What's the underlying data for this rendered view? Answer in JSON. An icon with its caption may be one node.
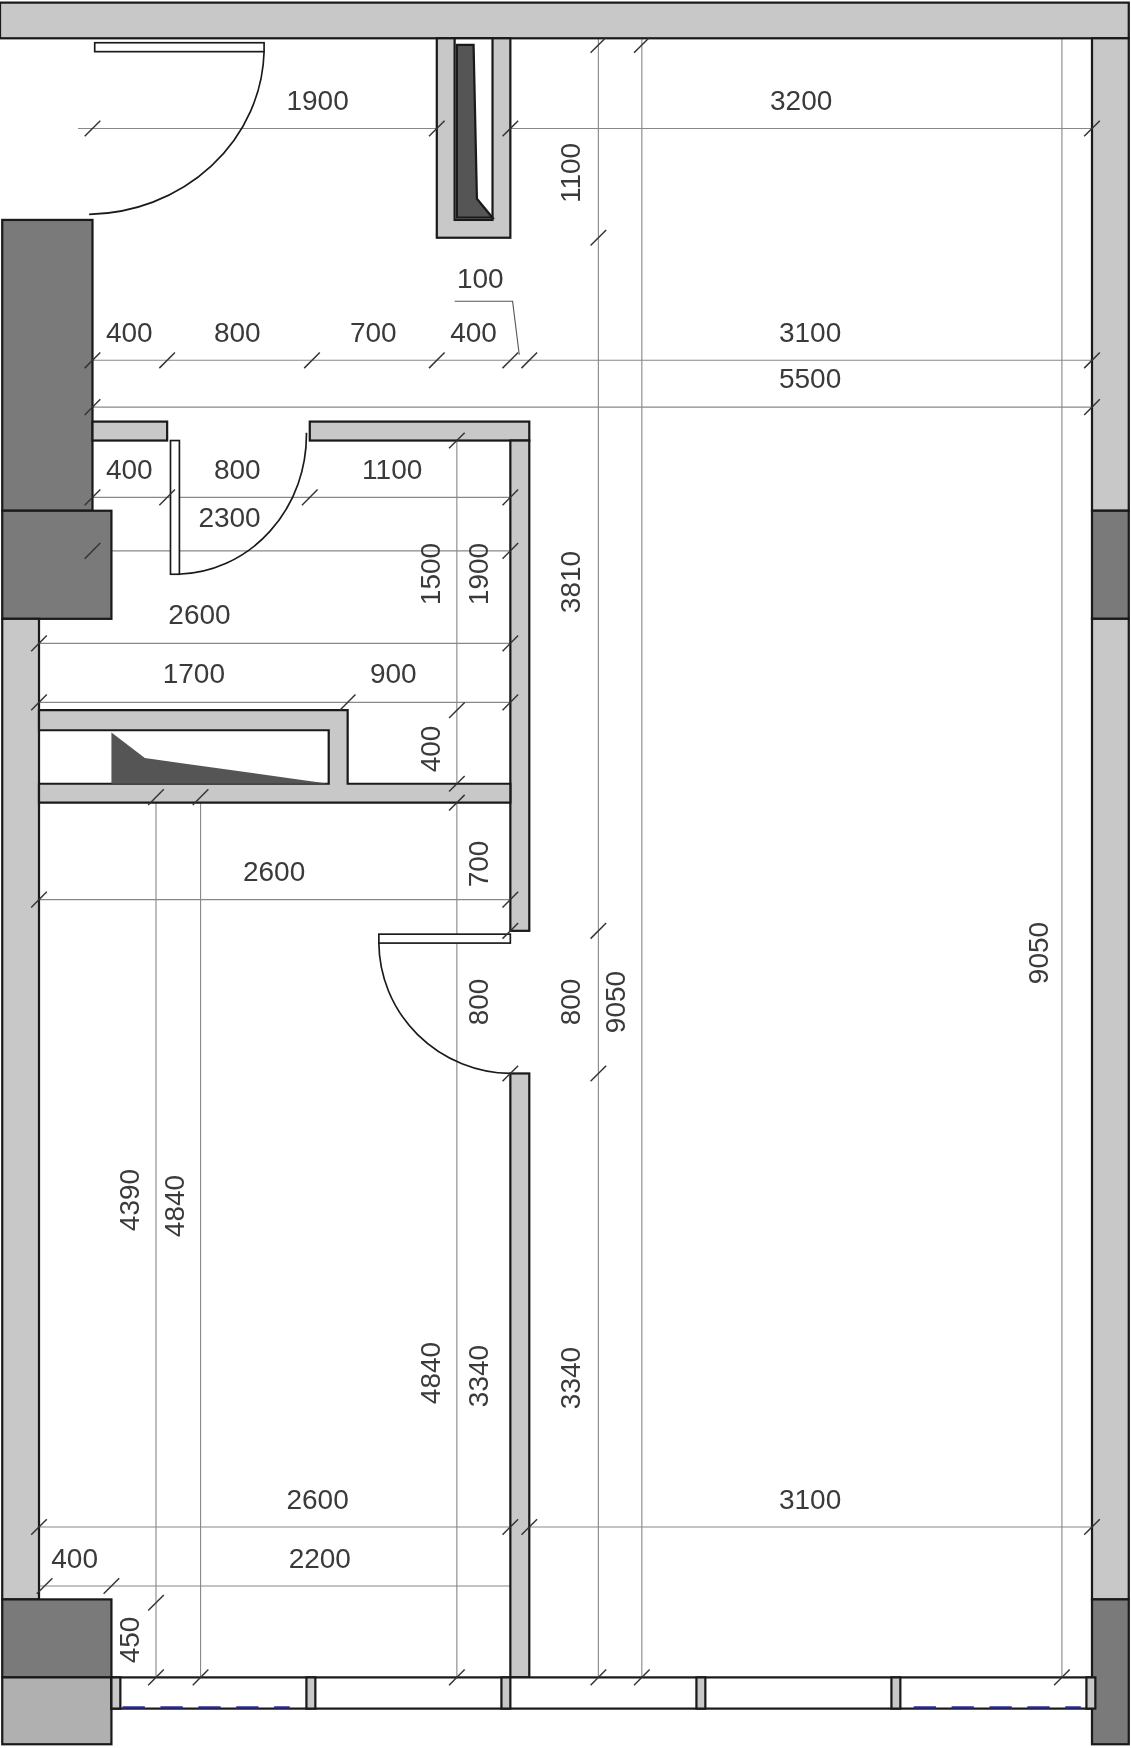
{
  "diagram": {
    "labels": [
      "1900",
      "3200",
      "1100",
      "100",
      "400",
      "800",
      "700",
      "400",
      "3100",
      "5500",
      "400",
      "800",
      "1100",
      "2300",
      "1500",
      "1900",
      "3810",
      "2600",
      "1700",
      "900",
      "400",
      "700",
      "2600",
      "800",
      "800",
      "9050",
      "9050",
      "4390",
      "4840",
      "4840",
      "3340",
      "3340",
      "2600",
      "3100",
      "400",
      "2200",
      "450"
    ]
  }
}
